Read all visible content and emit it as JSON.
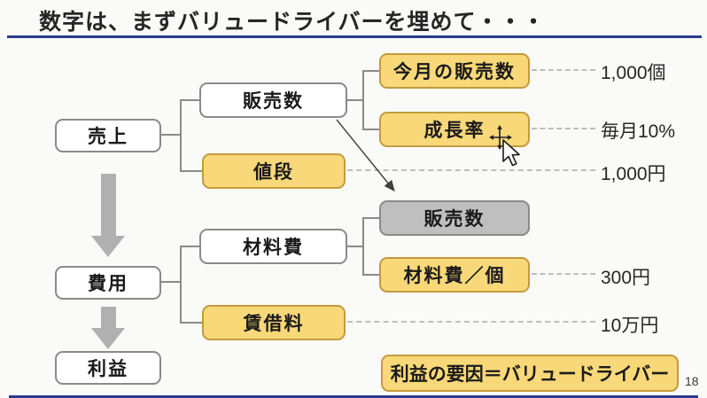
{
  "title": "数字は、まずバリュードライバーを埋めて・・・",
  "page_number": "18",
  "nodes": {
    "sales": {
      "label": "売上"
    },
    "cost": {
      "label": "費用"
    },
    "profit": {
      "label": "利益"
    },
    "sales_volume": {
      "label": "販売数"
    },
    "price": {
      "label": "値段"
    },
    "material_cost": {
      "label": "材料費"
    },
    "rent": {
      "label": "賃借料"
    },
    "monthly_sales": {
      "label": "今月の販売数"
    },
    "growth_rate": {
      "label": "成長率"
    },
    "sales_volume_ref": {
      "label": "販売数"
    },
    "material_cost_per_unit": {
      "label": "材料費／個"
    }
  },
  "values": {
    "monthly_sales": "1,000個",
    "growth_rate": "毎月10%",
    "price": "1,000円",
    "material_cost_per_unit": "300円",
    "rent": "10万円"
  },
  "banner": {
    "label": "利益の要因＝バリュードライバー"
  },
  "icons": {
    "cursor": "move-pointer-cursor",
    "down_arrows": "block-down-arrow"
  },
  "colors": {
    "accent_navy": "#2a3a8c",
    "highlight_fill": "#f8d878",
    "highlight_border": "#c49a3f",
    "neutral_fill": "#bfbfbf",
    "line_gray": "#8a8a8a",
    "arrow_gray": "#b0b0b0"
  }
}
